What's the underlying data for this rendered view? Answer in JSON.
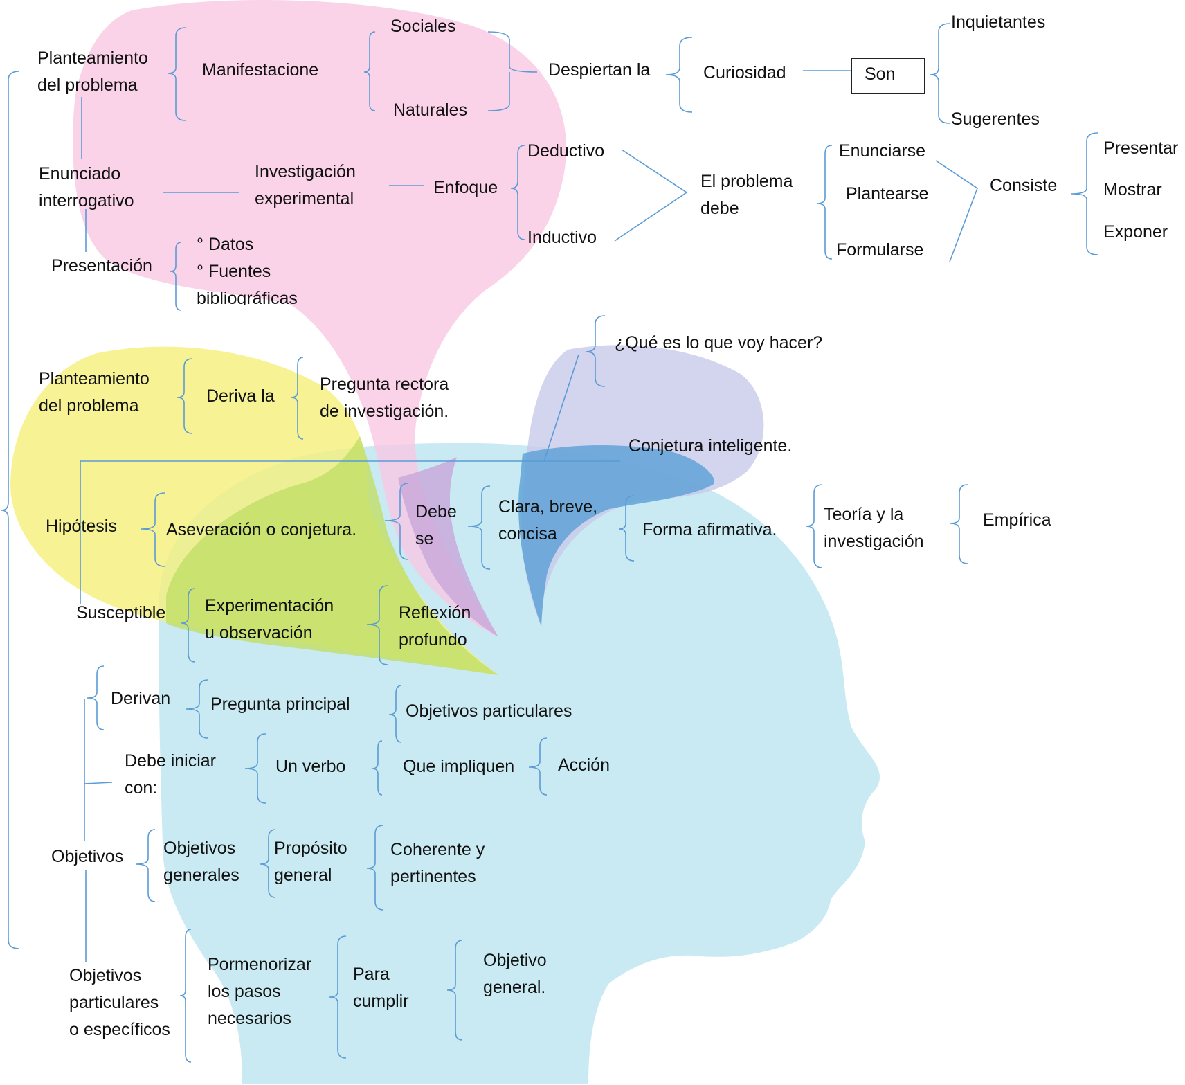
{
  "colors": {
    "bubble_pink": "#f9c8e4",
    "bubble_yellow": "#f5f07a",
    "bubble_green": "#c2df67",
    "bubble_lavender": "#c8c9ea",
    "bubble_blue": "#5a9fd6",
    "head_silhouette": "#bfe6f0",
    "connector_lines": "#5b9bd5"
  },
  "nodes": {
    "planteamiento_1": "Planteamiento\ndel problema",
    "manifestacione": "Manifestacione",
    "sociales": "Sociales",
    "naturales": "Naturales",
    "despiertan": "Despiertan la",
    "curiosidad": "Curiosidad",
    "son": "Son",
    "inquietantes": "Inquietantes",
    "sugerentes": "Sugerentes",
    "enunciado": "Enunciado\ninterrogativo",
    "investigacion": "Investigación\nexperimental",
    "enfoque": "Enfoque",
    "deductivo": "Deductivo",
    "inductivo": "Inductivo",
    "problema_debe": "El problema\ndebe",
    "enunciarse": "Enunciarse",
    "plantearse": "Plantearse",
    "formularse": "Formularse",
    "consiste": "Consiste",
    "presentar": "Presentar",
    "mostrar": "Mostrar",
    "exponer": "Exponer",
    "presentacion": "Presentación",
    "datos": "° Datos\n° Fuentes\nbibliográficas",
    "que_voy_hacer": "¿Qué es lo que voy hacer?",
    "planteamiento_2": "Planteamiento\ndel problema",
    "deriva_la": "Deriva la",
    "pregunta_rectora": "Pregunta rectora\nde investigación.",
    "conjetura_inteligente": "Conjetura inteligente.",
    "hipotesis": "Hipótesis",
    "aseveracion": "Aseveración o conjetura.",
    "debe_se": "Debe\nse",
    "clara": "Clara, breve,\nconcisa",
    "forma_afirmativa": "Forma afirmativa.",
    "teoria": "Teoría y la\ninvestigación",
    "empirica": "Empírica",
    "susceptible": "Susceptible",
    "experimentacion": "Experimentación\nu observación",
    "reflexion": "Reflexión\nprofundo",
    "derivan": "Derivan",
    "pregunta_principal": "Pregunta principal",
    "objetivos_particulares": "Objetivos particulares",
    "debe_iniciar": "Debe iniciar\ncon:",
    "un_verbo": "Un verbo",
    "que_impliquen": "Que impliquen",
    "accion": "Acción",
    "objetivos": "Objetivos",
    "objetivos_generales": "Objetivos\ngenerales",
    "proposito": "Propósito\ngeneral",
    "coherente": "Coherente y\npertinentes",
    "objetivos_especificos": "Objetivos\nparticulares\no específicos",
    "pormenorizar": "Pormenorizar\nlos pasos\nnecesarios",
    "para_cumplir": "Para\ncumplir",
    "objetivo_general": "Objetivo\ngeneral."
  }
}
